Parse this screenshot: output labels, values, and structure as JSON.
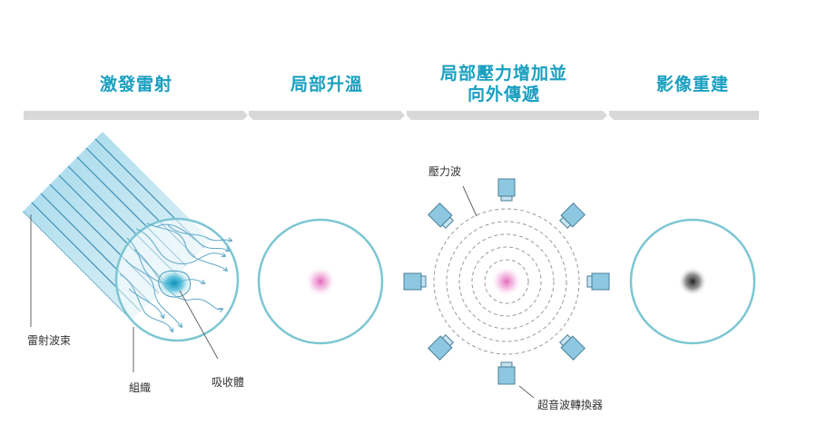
{
  "stages": [
    {
      "title": "激發雷射"
    },
    {
      "title": "局部升溫"
    },
    {
      "title": "局部壓力增加並",
      "title2": "向外傳遞"
    },
    {
      "title": "影像重建"
    }
  ],
  "labels": {
    "laser_beam": "雷射波束",
    "tissue": "組織",
    "absorber": "吸收體",
    "pressure_wave": "壓力波",
    "transducer": "超音波轉換器"
  },
  "colors": {
    "title": "#1a9fc0",
    "circle_stroke": "#7cc6d3",
    "arrow_bar": "#d8d8d8",
    "laser_fill": "#a9d9ea",
    "laser_lines": "#3f8fb5",
    "transducer_fill": "#8ec7e0",
    "hot_spot": "#e060b8",
    "absorber": "#1aa6cc",
    "image_spot": "#333333"
  },
  "transducer_count": 8
}
